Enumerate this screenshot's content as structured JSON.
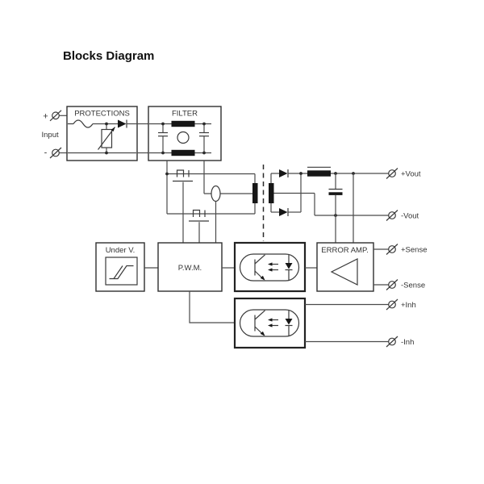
{
  "title": "Blocks Diagram",
  "input": {
    "plus": "+",
    "minus": "-",
    "label": "Input"
  },
  "blocks": {
    "protections": "PROTECTIONS",
    "filter": "FILTER",
    "under_voltage": "Under V.",
    "pwm": "P.W.M.",
    "error_amp": "ERROR AMP."
  },
  "terminals": {
    "vout_plus": "+Vout",
    "vout_minus": "-Vout",
    "sense_plus": "+Sense",
    "sense_minus": "-Sense",
    "inh_plus": "+Inh",
    "inh_minus": "-Inh"
  },
  "colors": {
    "background": "#ffffff",
    "wire": "#4a4a4a",
    "block_border": "#2f2f2f",
    "ink": "#161616",
    "text": "#333333"
  }
}
